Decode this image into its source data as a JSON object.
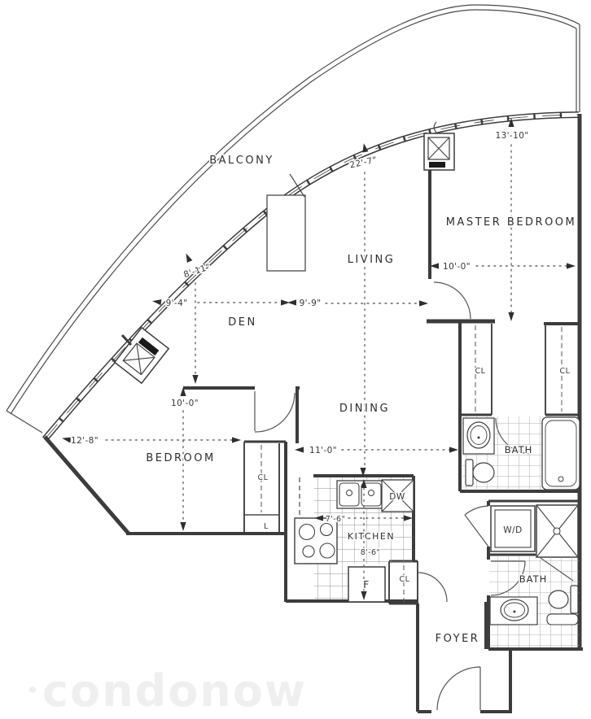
{
  "rooms": {
    "balcony": "BALCONY",
    "living": "LIVING",
    "master_bedroom": "MASTER BEDROOM",
    "den": "DEN",
    "dining": "DINING",
    "bedroom": "BEDROOM",
    "kitchen": "KITCHEN",
    "foyer": "FOYER",
    "bath_main": "BATH",
    "bath_second": "BATH"
  },
  "dims": {
    "balcony_window": "22'-7\"",
    "master_width": "13'-10\"",
    "master_depth": "10'-0\"",
    "den_window": "8'-11\"",
    "den_width": "9'-4\"",
    "living_width": "9'-9\"",
    "bedroom_window": "12'-8\"",
    "bedroom_depth": "10'-0\"",
    "dining_width": "11'-0\"",
    "kitchen_width": "7'-6\"",
    "kitchen_depth": "8'-6\""
  },
  "fixtures": {
    "washer_dryer": "W/D",
    "dishwasher": "DW",
    "fridge": "F",
    "closet_master_left": "CL",
    "closet_master_right": "CL",
    "closet_bedroom": "CL",
    "closet_bedroom_linen": "L",
    "closet_foyer": "CL"
  },
  "watermark": {
    "text": "condonow"
  },
  "colors": {
    "line": "#3c3c3c",
    "paper": "#ffffff",
    "dimension_text": "#3a3a3a",
    "tile_grid": "#9a9a9a",
    "watermark": "#efefef"
  }
}
